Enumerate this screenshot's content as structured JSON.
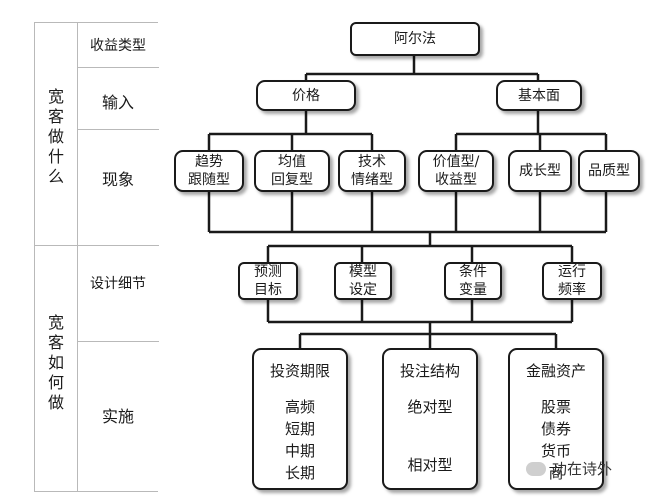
{
  "left_table": {
    "section_what": "宽客做什么",
    "section_how": "宽客如何做",
    "rows": [
      "收益类型",
      "输入",
      "现象",
      "设计细节",
      "实施"
    ]
  },
  "tree": {
    "root": "阿尔法",
    "level1": [
      "价格",
      "基本面"
    ],
    "level2": [
      [
        "趋势",
        "跟随型"
      ],
      [
        "均值",
        "回复型"
      ],
      [
        "技术",
        "情绪型"
      ],
      [
        "价值型/",
        "收益型"
      ],
      [
        "成长型"
      ],
      [
        "品质型"
      ]
    ],
    "level3": [
      [
        "预测",
        "目标"
      ],
      [
        "模型",
        "设定"
      ],
      [
        "条件",
        "变量"
      ],
      [
        "运行",
        "频率"
      ]
    ],
    "level4": [
      {
        "title": "投资期限",
        "items": [
          "高频",
          "短期",
          "中期",
          "长期"
        ]
      },
      {
        "title": "投注结构",
        "items": [
          "绝对型",
          "相对型"
        ]
      },
      {
        "title": "金融资产",
        "items": [
          "股票",
          "债券",
          "货币",
          "商"
        ]
      }
    ]
  },
  "watermark": "功在诗外"
}
